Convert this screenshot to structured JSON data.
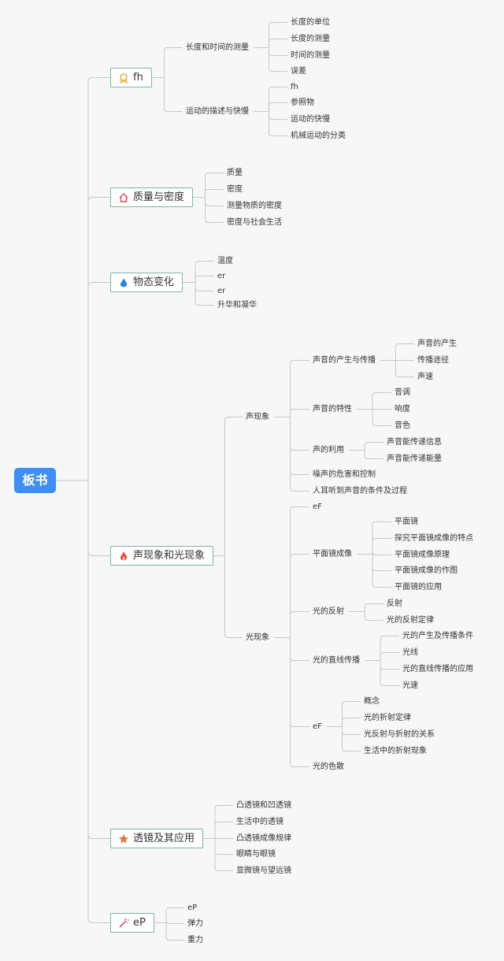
{
  "root": "板书",
  "topics": [
    {
      "label": "fh",
      "icon": "award-icon",
      "icon_color": "#e9b233"
    },
    {
      "label": "质量与密度",
      "icon": "home-icon",
      "icon_color": "#e0505a"
    },
    {
      "label": "物态变化",
      "icon": "droplet-flame-icon",
      "icon_color": "#2f84d8"
    },
    {
      "label": "声现象和光现象",
      "icon": "flame-icon",
      "icon_color": "#e8503a"
    },
    {
      "label": "透镜及其应用",
      "icon": "star-icon",
      "icon_color": "#e8763a"
    },
    {
      "label": "eP",
      "icon": "magic-wand-icon",
      "icon_color": "#d94b8a"
    }
  ],
  "nodes": [
    "长度和时间的测量",
    "长度的单位",
    "长度的测量",
    "时间的测量",
    "误差",
    "运动的描述与快慢",
    "fh",
    "参照物",
    "运动的快慢",
    "机械运动的分类",
    "质量",
    "密度",
    "测量物质的密度",
    "密度与社会生活",
    "温度",
    "er",
    "er",
    "升华和凝华",
    "声现象",
    "声音的产生与传播",
    "声音的产生",
    "传播途径",
    "声速",
    "声音的特性",
    "音调",
    "响度",
    "音色",
    "声的利用",
    "声音能传递信息",
    "声音能传递能量",
    "噪声的危害和控制",
    "人耳听到声音的条件及过程",
    "光现象",
    "eF",
    "平面镜成像",
    "平面镜",
    "探究平面镜成像的特点",
    "平面镜成像原理",
    "平面镜成像的作图",
    "平面镜的应用",
    "光的反射",
    "反射",
    "光的反射定律",
    "光的直线传播",
    "光的产生及传播条件",
    "光线",
    "光的直线传播的应用",
    "光速",
    "eF",
    "概念",
    "光的折射定律",
    "光反射与折射的关系",
    "生活中的折射现象",
    "光的色散",
    "凸透镜和凹透镜",
    "生活中的透镜",
    "凸透镜成像规律",
    "眼睛与眼镜",
    "显微镜与望远镜",
    "eP",
    "弹力",
    "重力"
  ],
  "colors": {
    "root": "#3d8ef5",
    "line": "#c8c8c8",
    "topic_border": "#7ab5a5"
  }
}
